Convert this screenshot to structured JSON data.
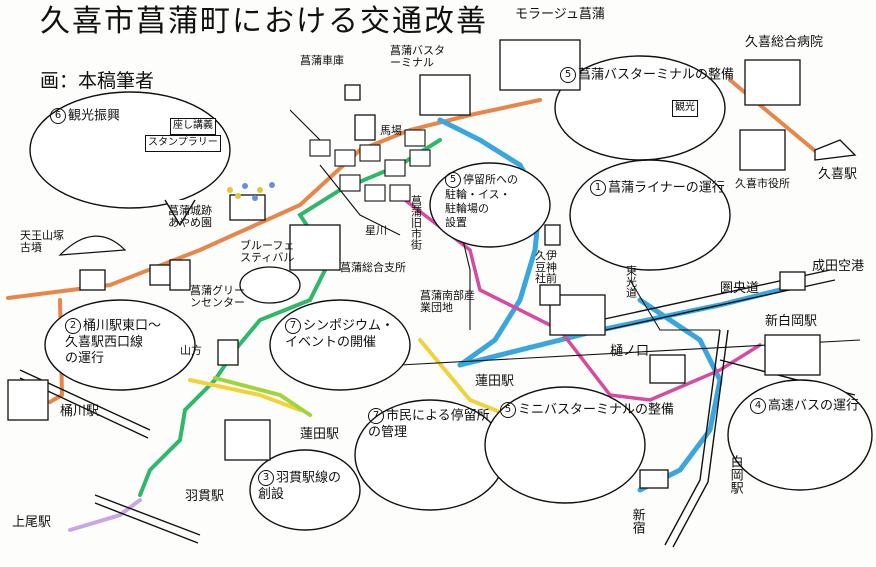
{
  "title": "久喜市菖蒲町における交通改善",
  "credit": "画：本稿筆者",
  "places": {
    "sakura_hospital": "久喜総合病院",
    "kuki_city_hall": "久喜市役所",
    "kuki_station": "久喜駅",
    "mozo": "モラージュ菖蒲",
    "shobu_depot": "菖蒲車庫",
    "shobu_bus_terminal": "菖蒲バスターミナル",
    "baba": "馬場",
    "shobu_old_town": "菖蒲旧市街",
    "hoshikawa": "星川",
    "kuirizu": "久伊豆神社前",
    "shobu_south": "菖蒲南部産業団地",
    "shobu_office": "菖蒲総合支所",
    "shobu_green": "菖蒲グリーンセンター",
    "blue_festival": "ブルーフェスティバル",
    "shobu_ayame": "菖蒲城跡あやめ園",
    "tenno_kofun": "天王山塚古墳",
    "okegawa_station": "桶川駅",
    "yamagata": "山方",
    "hasunda_station_left": "蓮田駅",
    "hasunda_station_center": "蓮田駅",
    "hanyu_station": "羽貫駅",
    "ageo_station": "上尾駅",
    "shinshiraoka_station": "新白岡駅",
    "shiraoka_station": "白岡駅",
    "hinokuchi": "樋ノ口",
    "shinjuku": "新宿",
    "narita": "成田空港",
    "higashimitsu": "東光道",
    "ken_o_road": "圏央道"
  },
  "bubbles": {
    "b6": {
      "num": "6",
      "text": "観光振興"
    },
    "b5_top": {
      "num": "5",
      "text": "菖蒲バスターミナルの整備"
    },
    "b5_mid": {
      "num": "5",
      "line1": "停留所への",
      "line2": "駐輪・イス・",
      "line3": "駐輪場の",
      "line4": "設置"
    },
    "b1": {
      "num": "1",
      "text": "菖蒲ライナーの運行"
    },
    "b2": {
      "num": "2",
      "line1": "桶川駅東口～",
      "line2": "久喜駅西口線",
      "line3": "の運行"
    },
    "b7_top": {
      "num": "7",
      "line1": "シンポジウム・",
      "line2": "イベントの開催"
    },
    "b7_bot": {
      "num": "7",
      "line1": "市民による停留所",
      "line2": "の管理"
    },
    "b5_bot": {
      "num": "5",
      "text": "ミニバスターミナルの整備"
    },
    "b4": {
      "num": "4",
      "text": "高速バスの運行"
    },
    "b3": {
      "num": "3",
      "line1": "羽貫駅線の",
      "line2": "創設"
    }
  },
  "sign_labels": {
    "stamp_rally": "スタンプラリー",
    "lecture": "座し講義",
    "kanko": "観光"
  },
  "route_colors": {
    "orange": "#e8864a",
    "green": "#2fb86a",
    "blue": "#3aa6e0",
    "pink": "#d64aa0",
    "yellow": "#f2d23a",
    "lime": "#9fd43a",
    "lavender": "#c9a6e6"
  }
}
